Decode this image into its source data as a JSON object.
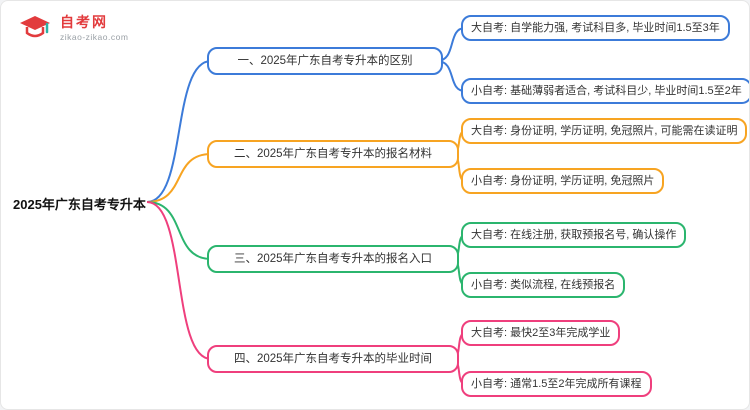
{
  "logo": {
    "name": "自考网",
    "domain": "zikao-zikao.com",
    "color": "#e23b3d",
    "accent_color": "#2ab3a6"
  },
  "root": {
    "label": "2025年广东自考专升本"
  },
  "branches": [
    {
      "label": "一、2025年广东自考专升本的区别",
      "color": "#3c7bd9",
      "children": [
        "大自考: 自学能力强, 考试科目多, 毕业时间1.5至3年",
        "小自考: 基础薄弱者适合, 考试科目少, 毕业时间1.5至2年"
      ]
    },
    {
      "label": "二、2025年广东自考专升本的报名材料",
      "color": "#f7a422",
      "children": [
        "大自考: 身份证明, 学历证明, 免冠照片, 可能需在读证明",
        "小自考: 身份证明, 学历证明, 免冠照片"
      ]
    },
    {
      "label": "三、2025年广东自考专升本的报名入口",
      "color": "#2bb56e",
      "children": [
        "大自考: 在线注册, 获取预报名号, 确认操作",
        "小自考: 类似流程, 在线预报名"
      ]
    },
    {
      "label": "四、2025年广东自考专升本的毕业时间",
      "color": "#ef3f7d",
      "children": [
        "大自考: 最快2至3年完成学业",
        "小自考: 通常1.5至2年完成所有课程"
      ]
    }
  ]
}
